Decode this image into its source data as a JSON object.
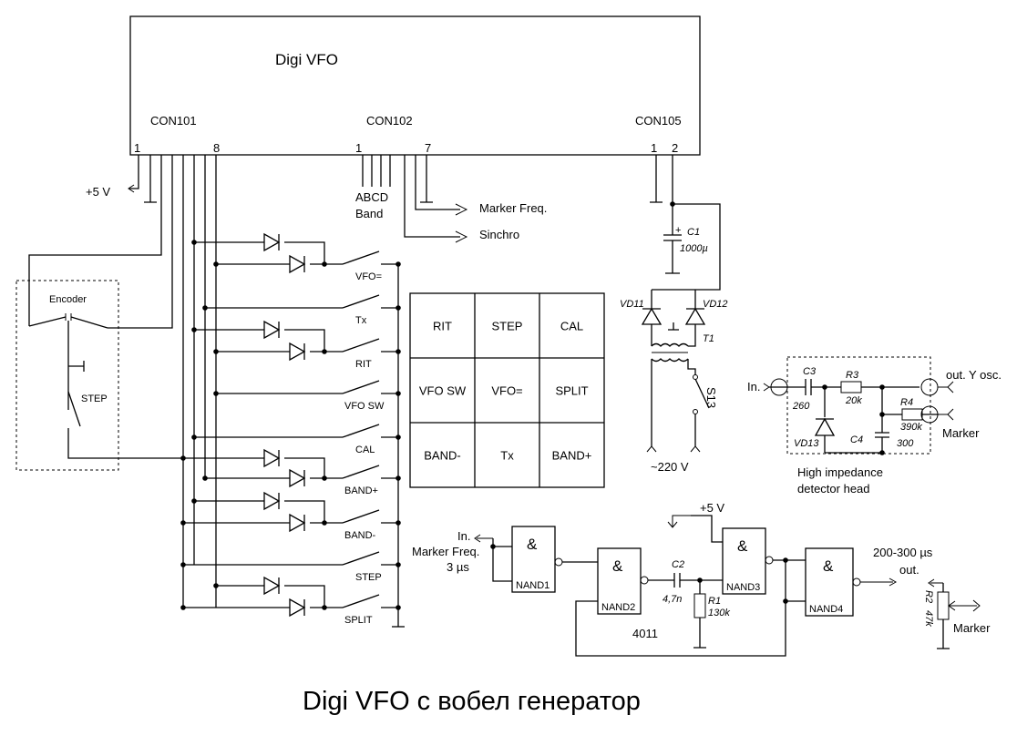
{
  "block": {
    "title": "Digi VFO",
    "con101": "CON101",
    "con102": "CON102",
    "con105": "CON105",
    "pin_1a": "1",
    "pin_8": "8",
    "pin_1b": "1",
    "pin_7": "7",
    "pin_1c": "1",
    "pin_2": "2"
  },
  "left": {
    "supply": "+5 V",
    "abcd": "ABCD",
    "band": "Band",
    "marker_freq": "Marker Freq.",
    "sinchro": "Sinchro",
    "encoder": "Encoder",
    "step": "STEP"
  },
  "switches": [
    "VFO=",
    "Tx",
    "RIT",
    "VFO SW",
    "CAL",
    "BAND+",
    "BAND-",
    "STEP",
    "SPLIT"
  ],
  "keypad": [
    [
      "RIT",
      "STEP",
      "CAL"
    ],
    [
      "VFO SW",
      "VFO=",
      "SPLIT"
    ],
    [
      "BAND-",
      "Tx",
      "BAND+"
    ]
  ],
  "psu": {
    "c1": "C1",
    "c1_val": "1000µ",
    "vd11": "VD11",
    "vd12": "VD12",
    "t1": "T1",
    "s13": "S13",
    "mains": "~220 V"
  },
  "detector": {
    "in": "In.",
    "c3": "C3",
    "c3_val": "260",
    "r3": "R3",
    "r3_val": "20k",
    "r4": "R4",
    "r4_val": "390k",
    "vd13": "VD13",
    "c4": "C4",
    "c4_val": "300",
    "out": "out. Y osc.",
    "marker": "Marker",
    "caption_1": "High impedance",
    "caption_2": "detector head"
  },
  "marker_gen": {
    "supply": "+5 V",
    "in": "In.",
    "in_freq": "Marker Freq.",
    "in_time": "3 µs",
    "gate_symbol": "&",
    "nand1": "NAND1",
    "nand2": "NAND2",
    "nand3": "NAND3",
    "nand4": "NAND4",
    "c2": "C2",
    "c2_val": "4,7n",
    "r1": "R1",
    "r1_val": "130k",
    "ic": "4011",
    "out_1": "200-300 µs",
    "out_2": "out.",
    "r2": "R2",
    "r2_val": "47k",
    "marker": "Marker"
  },
  "caption": "Digi VFO с вобел генератор"
}
